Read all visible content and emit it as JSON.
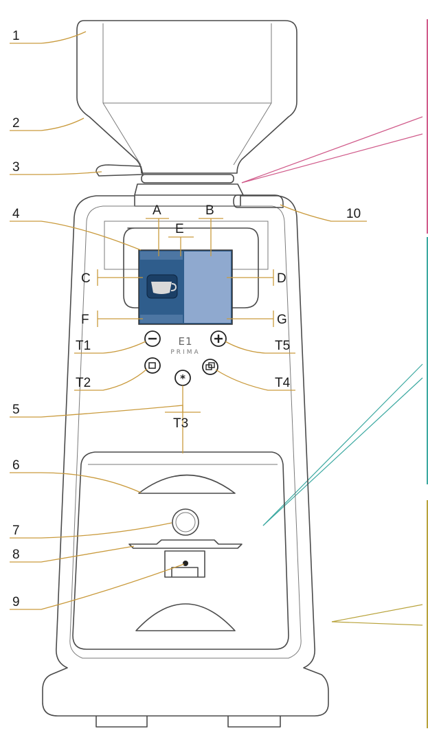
{
  "title": "",
  "part_labels": {
    "n1": "1",
    "n2": "2",
    "n3": "3",
    "n4": "4",
    "n5": "5",
    "n6": "6",
    "n7": "7",
    "n8": "8",
    "n9": "9",
    "n10": "10"
  },
  "display_labels": {
    "A": "A",
    "B": "B",
    "C": "C",
    "D": "D",
    "E": "E",
    "F": "F",
    "G": "G"
  },
  "key_labels": {
    "T1": "T1",
    "T2": "T2",
    "T3": "T3",
    "T4": "T4",
    "T5": "T5"
  },
  "brand": {
    "name": "E1",
    "model": "PRIMA"
  },
  "colors": {
    "outline": "#4a4a4a",
    "leader": "#c99a3c",
    "screen_left": "#2f5d8c",
    "screen_right": "#8fa9cf",
    "margin_magenta": "#d05a8a",
    "margin_teal": "#3aa8a0",
    "margin_olive": "#b8a23a"
  },
  "icons": [
    "minus-icon",
    "plus-icon",
    "single-cup-icon",
    "double-cup-icon",
    "asterisk-icon",
    "coffee-cup-icon"
  ]
}
